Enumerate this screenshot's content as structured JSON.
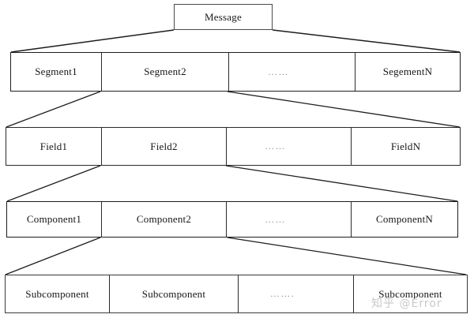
{
  "diagram": {
    "title": "Message",
    "type": "hierarchical-decomposition",
    "root": {
      "label": "Message"
    },
    "levels": [
      {
        "name": "segment-row",
        "cells": [
          {
            "label": "Segment1"
          },
          {
            "label": "Segment2"
          },
          {
            "label": "……"
          },
          {
            "label": "SegementN"
          }
        ]
      },
      {
        "name": "field-row",
        "cells": [
          {
            "label": "Field1"
          },
          {
            "label": "Field2"
          },
          {
            "label": "……"
          },
          {
            "label": "FieldN"
          }
        ]
      },
      {
        "name": "component-row",
        "cells": [
          {
            "label": "Component1"
          },
          {
            "label": "Component2"
          },
          {
            "label": "……"
          },
          {
            "label": "ComponentN"
          }
        ]
      },
      {
        "name": "subcomponent-row",
        "cells": [
          {
            "label": "Subcomponent"
          },
          {
            "label": "Subcomponent"
          },
          {
            "label": "……."
          },
          {
            "label": "Subcomponent"
          }
        ]
      }
    ]
  },
  "watermark": {
    "text": "知乎 @Error"
  },
  "colors": {
    "background": "#ffffff",
    "stroke": "#1d1d1d",
    "text": "#161616",
    "ellipsis": "#8a8a8a",
    "watermark": "#c9c9c9"
  }
}
